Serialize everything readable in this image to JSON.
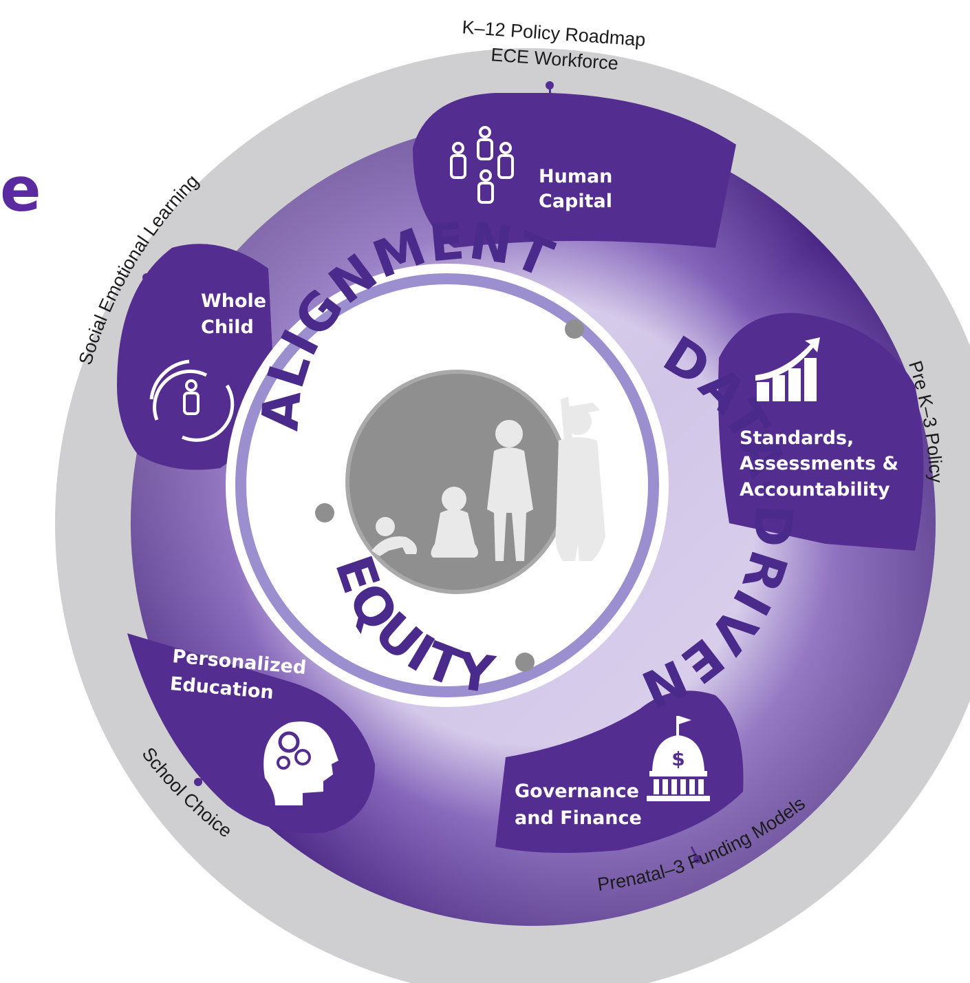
{
  "edge_fragment": "e",
  "ring_words": {
    "alignment": "ALIGNMENT",
    "data_driven": "DATA-DRIVEN",
    "equity": "EQUITY"
  },
  "pillars": {
    "human_capital": [
      "Human",
      "Capital"
    ],
    "standards": [
      "Standards,",
      "Assessments &",
      "Accountability"
    ],
    "governance": [
      "Governance",
      "and Finance"
    ],
    "personalized": [
      "Personalized",
      "Education"
    ],
    "whole_child": [
      "Whole",
      "Child"
    ]
  },
  "outer_labels": {
    "k12_roadmap": "K–12 Policy Roadmap",
    "ece_workforce": "ECE Workforce",
    "pre_k3": "Pre K–3 Policy",
    "prenatal_funding": "Prenatal–3 Funding Models",
    "school_choice": "School Choice",
    "sel": "Social Emotional Learning"
  },
  "colors": {
    "outer_ring": "#cfcfd1",
    "purple": "#532d90",
    "purple_dark": "#3f1f78",
    "lavender": "#c3b4dc",
    "ring_border": "#9b8fd0",
    "core": "#8f8f8f"
  },
  "icons": {
    "human_capital": "people-group-icon",
    "standards": "bar-chart-up-icon",
    "governance": "capitol-dollar-icon",
    "personalized": "head-gears-icon",
    "whole_child": "child-swirl-icon",
    "core": "growth-silhouettes-icon"
  }
}
